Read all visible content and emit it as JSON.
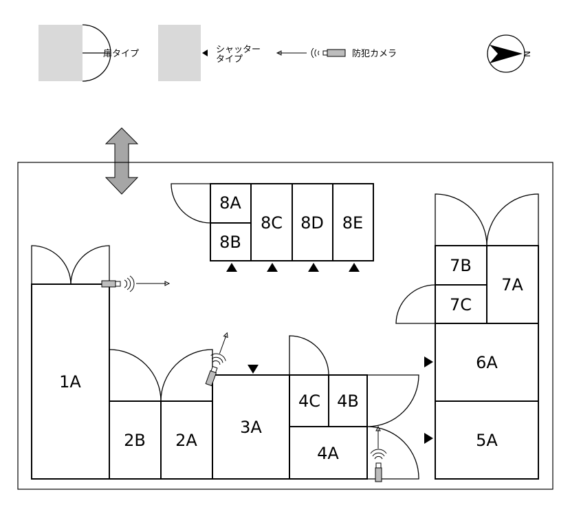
{
  "legend": {
    "door_type": "扉タイプ",
    "shutter_type_line1": "シャッター",
    "shutter_type_line2": "タイプ",
    "camera": "防犯カメラ",
    "north": "N"
  },
  "rooms": {
    "r1A": "1A",
    "r2A": "2A",
    "r2B": "2B",
    "r3A": "3A",
    "r4A": "4A",
    "r4B": "4B",
    "r4C": "4C",
    "r5A": "5A",
    "r6A": "6A",
    "r7A": "7A",
    "r7B": "7B",
    "r7C": "7C",
    "r8A": "8A",
    "r8B": "8B",
    "r8C": "8C",
    "r8D": "8D",
    "r8E": "8E"
  },
  "colors": {
    "legend_fill": "#d9d9d9",
    "entrance_arrow": "#a6a6a6",
    "camera_body": "#bdbdbd"
  }
}
